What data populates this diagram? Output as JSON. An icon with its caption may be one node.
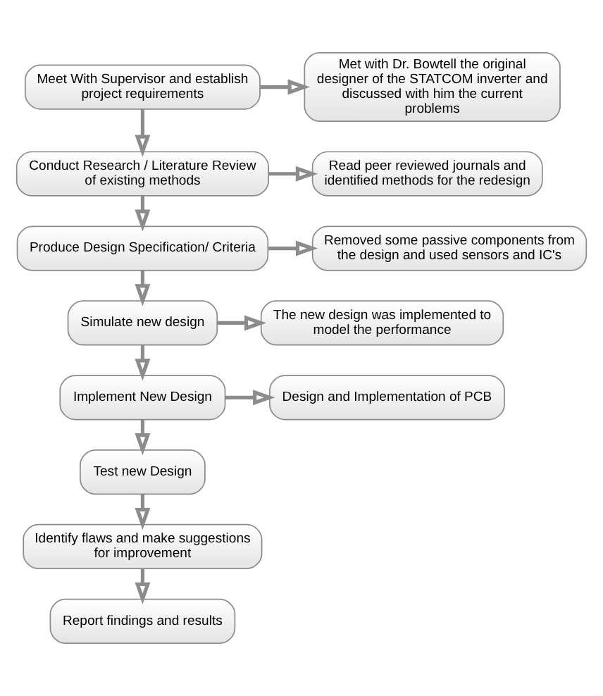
{
  "diagram": {
    "nodes": [
      {
        "text": [
          "Meet With Supervisor and establish project requirements"
        ]
      },
      {
        "text": [
          "Met with Dr. Bowtell the original designer of the STATCOM inverter and discussed with him the current problems"
        ]
      },
      {
        "text": [
          "Conduct Research / Literature Review of existing methods"
        ]
      },
      {
        "text": [
          "Read peer reviewed journals and identified methods for the redesign"
        ]
      },
      {
        "text": [
          "Produce Design Specification/ Criteria"
        ]
      },
      {
        "text": [
          "Removed some passive components from the design and used sensors and IC's"
        ]
      },
      {
        "text": [
          "Simulate new design"
        ]
      },
      {
        "text": [
          "The new design was implemented to model the performance"
        ]
      },
      {
        "text": [
          "Implement New Design"
        ]
      },
      {
        "text": [
          "Design and Implementation of PCB"
        ]
      },
      {
        "text": [
          "Test new Design"
        ]
      },
      {
        "text": [
          "Identify flaws and make suggestions for improvement"
        ]
      },
      {
        "text": [
          "Report findings and results"
        ]
      }
    ],
    "edges": [
      {
        "from": 0,
        "to": 1,
        "arrow": "to"
      },
      {
        "from": 0,
        "to": 2,
        "arrow": "to"
      },
      {
        "from": 2,
        "to": 3,
        "arrow": "to"
      },
      {
        "from": 2,
        "to": 4,
        "arrow": "to"
      },
      {
        "from": 4,
        "to": 5,
        "arrow": "to"
      },
      {
        "from": 4,
        "to": 6,
        "arrow": "to"
      },
      {
        "from": 6,
        "to": 7,
        "arrow": "to"
      },
      {
        "from": 6,
        "to": 8,
        "arrow": "to"
      },
      {
        "from": 8,
        "to": 9,
        "arrow": "to"
      },
      {
        "from": 8,
        "to": 10,
        "arrow": "to"
      },
      {
        "from": 10,
        "to": 11,
        "arrow": "to"
      },
      {
        "from": 11,
        "to": 12,
        "arrow": "to"
      }
    ]
  }
}
